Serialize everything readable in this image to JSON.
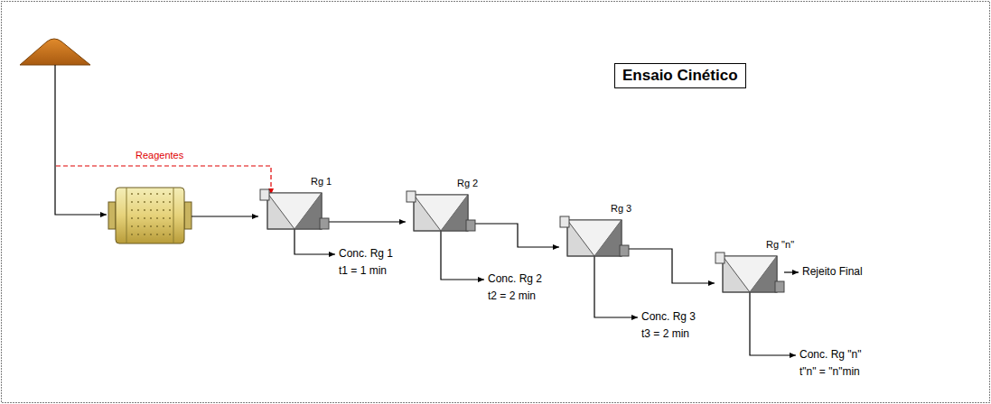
{
  "diagram": {
    "title": "Ensaio Cinético",
    "nodes": [
      {
        "text": [
          "Rg 1"
        ]
      },
      {
        "text": [
          "Conc. Rg 1",
          "t1 = 1 min"
        ]
      },
      {
        "text": [
          "Rg 2"
        ]
      },
      {
        "text": [
          "Conc. Rg 2",
          "t2 = 2 min"
        ]
      },
      {
        "text": [
          "Rg 3"
        ]
      },
      {
        "text": [
          "Conc. Rg 3",
          "t3 = 2 min"
        ]
      },
      {
        "text": [
          "Rg \"n\""
        ]
      },
      {
        "text": [
          "Conc. Rg \"n\"",
          "t\"n\" = \"n\"min"
        ]
      },
      {
        "text": [
          "Rejeito Final"
        ]
      }
    ],
    "edges": [
      {
        "from": 0,
        "to": 2,
        "arrow": "to"
      },
      {
        "from": 2,
        "to": 4,
        "arrow": "to"
      },
      {
        "from": 4,
        "to": 6,
        "arrow": "to"
      },
      {
        "from": 6,
        "to": 8,
        "arrow": "to"
      },
      {
        "from": 0,
        "to": 1,
        "arrow": "to"
      },
      {
        "from": 2,
        "to": 3,
        "arrow": "to"
      },
      {
        "from": 4,
        "to": 5,
        "arrow": "to"
      },
      {
        "from": 6,
        "to": 7,
        "arrow": "to"
      }
    ],
    "labels": [
      "Reagentes"
    ]
  }
}
